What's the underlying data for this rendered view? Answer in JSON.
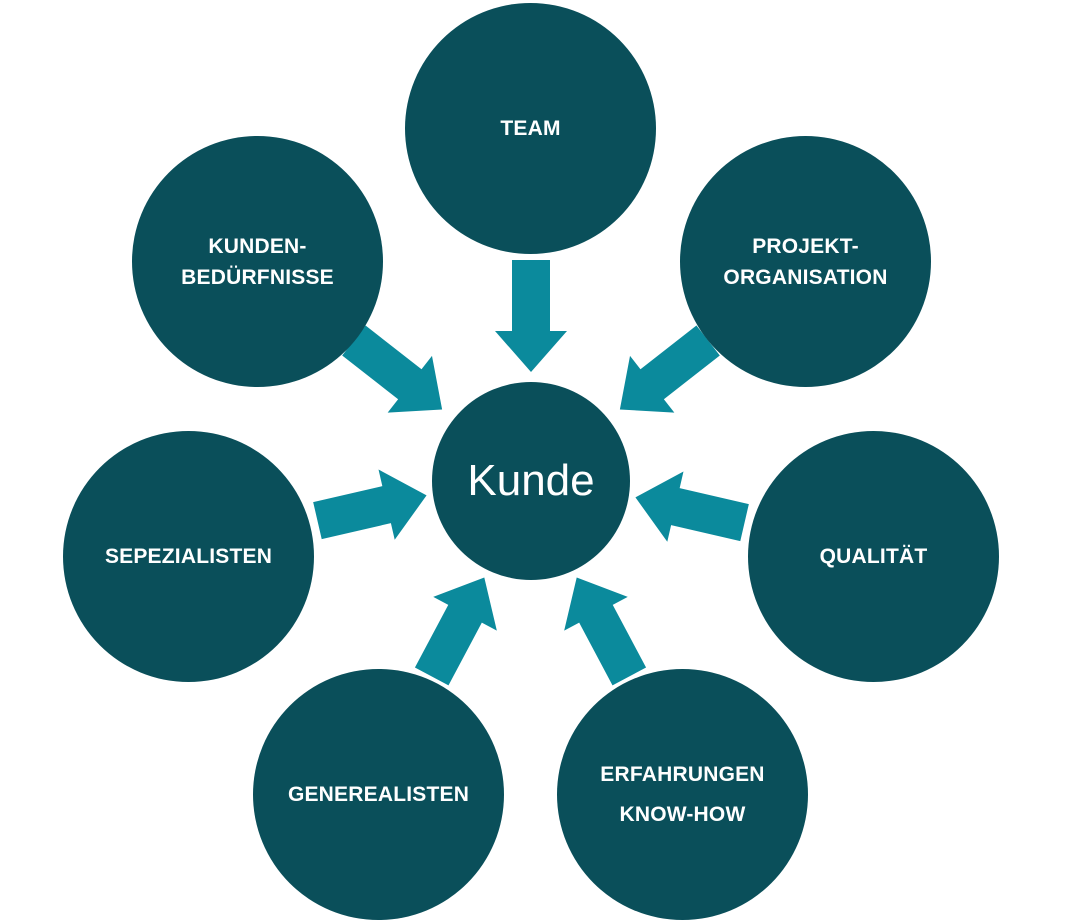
{
  "diagram": {
    "center": {
      "lines": [
        "Kunde"
      ]
    },
    "nodes": [
      {
        "id": "team",
        "lines": [
          "TEAM"
        ]
      },
      {
        "id": "kunden",
        "lines": [
          "KUNDEN-",
          "BEDÜRFNISSE"
        ]
      },
      {
        "id": "projekt",
        "lines": [
          "PROJEKT-",
          "ORGANISATION"
        ]
      },
      {
        "id": "sepezialisten",
        "lines": [
          "SEPEZIALISTEN"
        ]
      },
      {
        "id": "qualitaet",
        "lines": [
          "QUALITÄT"
        ]
      },
      {
        "id": "generealisten",
        "lines": [
          "GENEREALISTEN"
        ]
      },
      {
        "id": "erfahrungen",
        "lines": [
          "ERFAHRUNGEN",
          "KNOW-HOW"
        ]
      }
    ],
    "colors": {
      "circle_fill": "#0a4f5a",
      "arrow_fill": "#0b8a9c",
      "text": "#ffffff",
      "background": "#ffffff"
    }
  }
}
